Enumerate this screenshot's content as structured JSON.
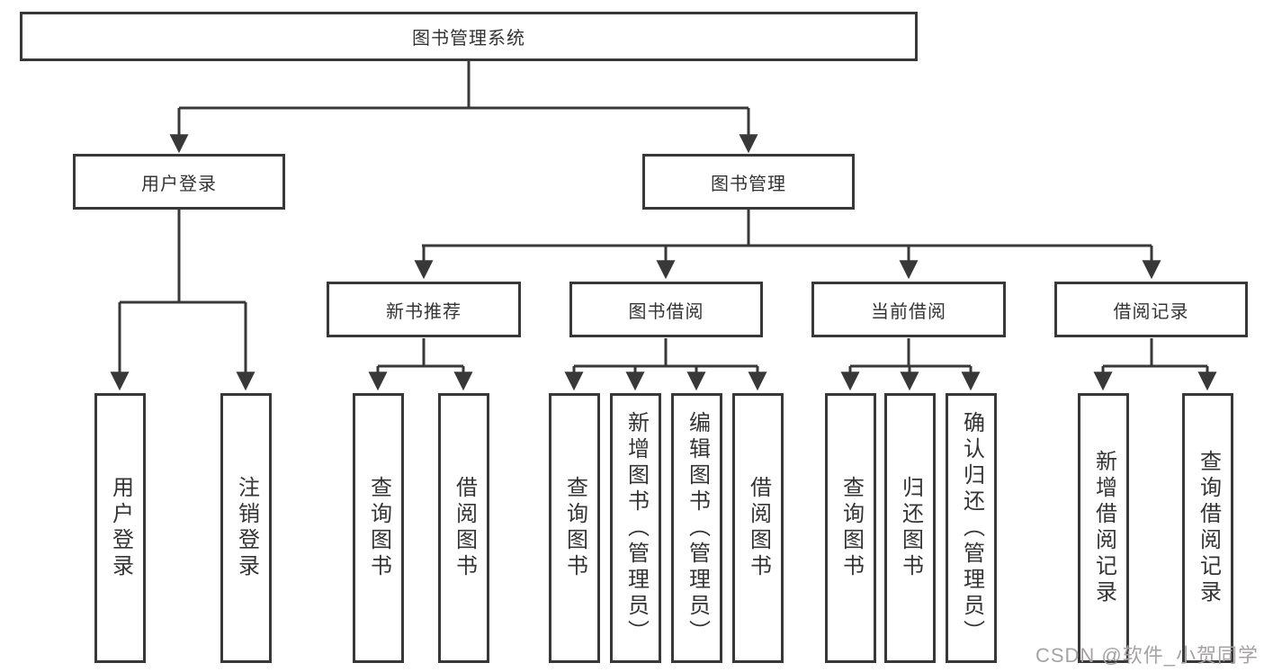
{
  "nodes": {
    "root": "图书管理系统",
    "user_login": "用户登录",
    "book_mgmt": "图书管理",
    "new_book_rec": "新书推荐",
    "book_borrow": "图书借阅",
    "current_borrow": "当前借阅",
    "borrow_record": "借阅记录",
    "leaf_user_login": "用户登录",
    "leaf_logout": "注销登录",
    "leaf_query_book_1": "查询图书",
    "leaf_borrow_book_1": "借阅图书",
    "leaf_query_book_2": "查询图书",
    "leaf_add_book": "新增图书（管理员）",
    "leaf_edit_book": "编辑图书（管理员）",
    "leaf_borrow_book_2": "借阅图书",
    "leaf_query_book_3": "查询图书",
    "leaf_return_book": "归还图书",
    "leaf_confirm_return": "确认归还（管理员）",
    "leaf_add_record": "新增借阅记录",
    "leaf_query_record": "查询借阅记录"
  },
  "watermark": "CSDN @软件_小贺同学",
  "colors": {
    "line": "#383838",
    "text": "#343434",
    "watermark": "#a5a2a4",
    "background": "#ffffff"
  }
}
